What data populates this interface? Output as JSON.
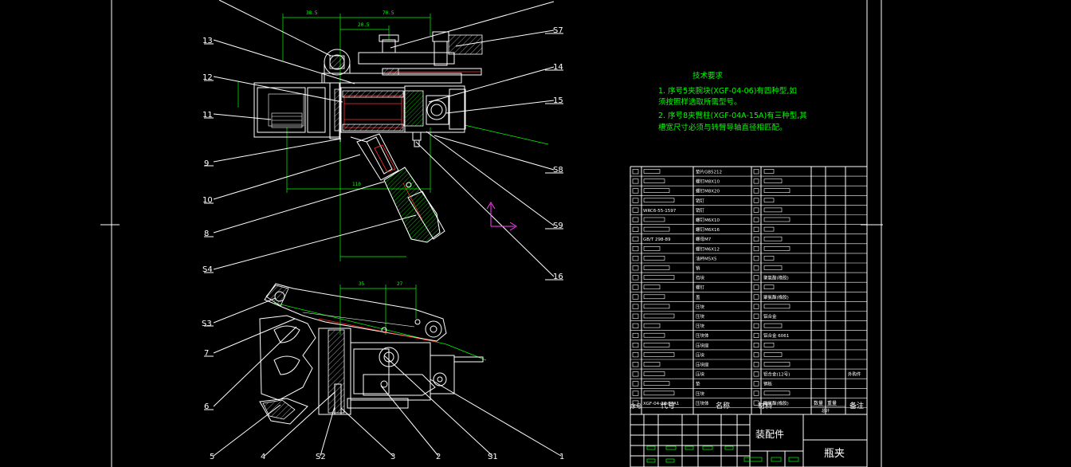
{
  "tech_requirements": {
    "title": "技术要求",
    "lines": [
      "1. 序号5夹腕块(XGF-04-06)有四种型,如",
      "   须按照样选取所需型号。",
      "2. 序号8夹臂柱(XGF-04A-15A)有三种型,其",
      "   槽宽尺寸必须与转臂导轴直径相匹配。"
    ]
  },
  "top_view_labels": [
    "13",
    "12",
    "11",
    "9",
    "10",
    "8",
    "S4"
  ],
  "top_view_right_labels": [
    "S7",
    "14",
    "15",
    "S8",
    "S9",
    "16"
  ],
  "top_dims": [
    "38.5",
    "70.5",
    "20.5",
    "110"
  ],
  "bottom_view_labels": [
    "S3",
    "7",
    "6",
    "5",
    "4",
    "S2",
    "3",
    "2",
    "S1",
    "1"
  ],
  "bottom_dims": [
    "35",
    "27"
  ],
  "bom_rows": [
    {
      "code": "",
      "name": "垫片GB5212",
      "material": ""
    },
    {
      "code": "",
      "name": "螺钉M8X10",
      "material": ""
    },
    {
      "code": "",
      "name": "螺钉M8X20",
      "material": ""
    },
    {
      "code": "",
      "name": "销钉",
      "material": ""
    },
    {
      "code": "WRC6-55-1597",
      "name": "销钉",
      "material": ""
    },
    {
      "code": "",
      "name": "螺钉M6X10",
      "material": ""
    },
    {
      "code": "",
      "name": "螺钉M6X16",
      "material": ""
    },
    {
      "code": "GB/T 298-89",
      "name": "螺母M7",
      "material": ""
    },
    {
      "code": "",
      "name": "螺钉M6X12",
      "material": ""
    },
    {
      "code": "",
      "name": "油杯M5X5",
      "material": ""
    },
    {
      "code": "",
      "name": "销",
      "material": ""
    },
    {
      "code": "",
      "name": "挡块",
      "material": "聚氨酯(橡胶)"
    },
    {
      "code": "",
      "name": "螺钉",
      "material": ""
    },
    {
      "code": "",
      "name": "盖",
      "material": "聚氨酯(橡胶)"
    },
    {
      "code": "",
      "name": "压块",
      "material": ""
    },
    {
      "code": "",
      "name": "压块",
      "material": "铝合金"
    },
    {
      "code": "",
      "name": "压块",
      "material": ""
    },
    {
      "code": "",
      "name": "压块体",
      "material": "铝合金 6061"
    },
    {
      "code": "",
      "name": "压块座",
      "material": ""
    },
    {
      "code": "",
      "name": "压块",
      "material": ""
    },
    {
      "code": "",
      "name": "压块座",
      "material": ""
    },
    {
      "code": "",
      "name": "压块",
      "material": "铝合金(12号)"
    },
    {
      "code": "",
      "name": "垫",
      "material": "钢板"
    },
    {
      "code": "",
      "name": "压块",
      "material": ""
    },
    {
      "code": "XGF-04-04-04A1",
      "name": "压块体",
      "material": "聚氨酯(橡胶)"
    }
  ],
  "bom_extra": {
    "row_index": 21,
    "text": "外购件"
  },
  "bom_header": {
    "no": "序号",
    "code": "代号",
    "name": "名称",
    "material": "材料",
    "qty": "数量",
    "weight": "重量",
    "total": "总计",
    "remark": "备注"
  },
  "title_block": {
    "drawing_type": "装配件",
    "product_name": "瓶夹"
  },
  "colors": {
    "outline": "#ffffff",
    "dimension": "#00ff00",
    "section_line": "#ff3030",
    "ucs_marker": "#ff40ff",
    "background": "#000000"
  }
}
